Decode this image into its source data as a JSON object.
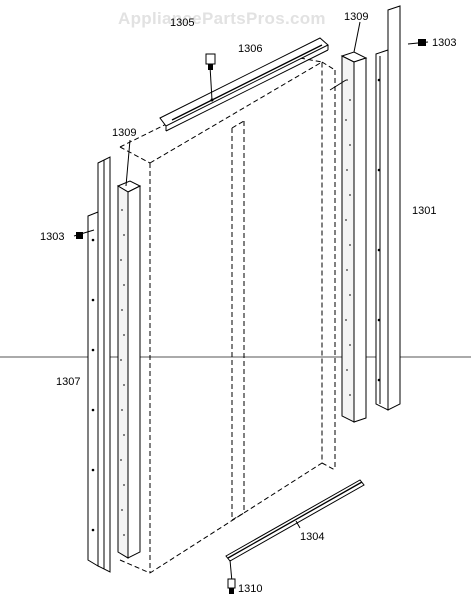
{
  "watermark": "AppliancePartsPros.com",
  "callouts": {
    "c1301": "1301",
    "c1303_right": "1303",
    "c1303_left": "1303",
    "c1304": "1304",
    "c1305": "1305",
    "c1306": "1306",
    "c1307": "1307",
    "c1309_left": "1309",
    "c1309_right": "1309",
    "c1310": "1310"
  }
}
